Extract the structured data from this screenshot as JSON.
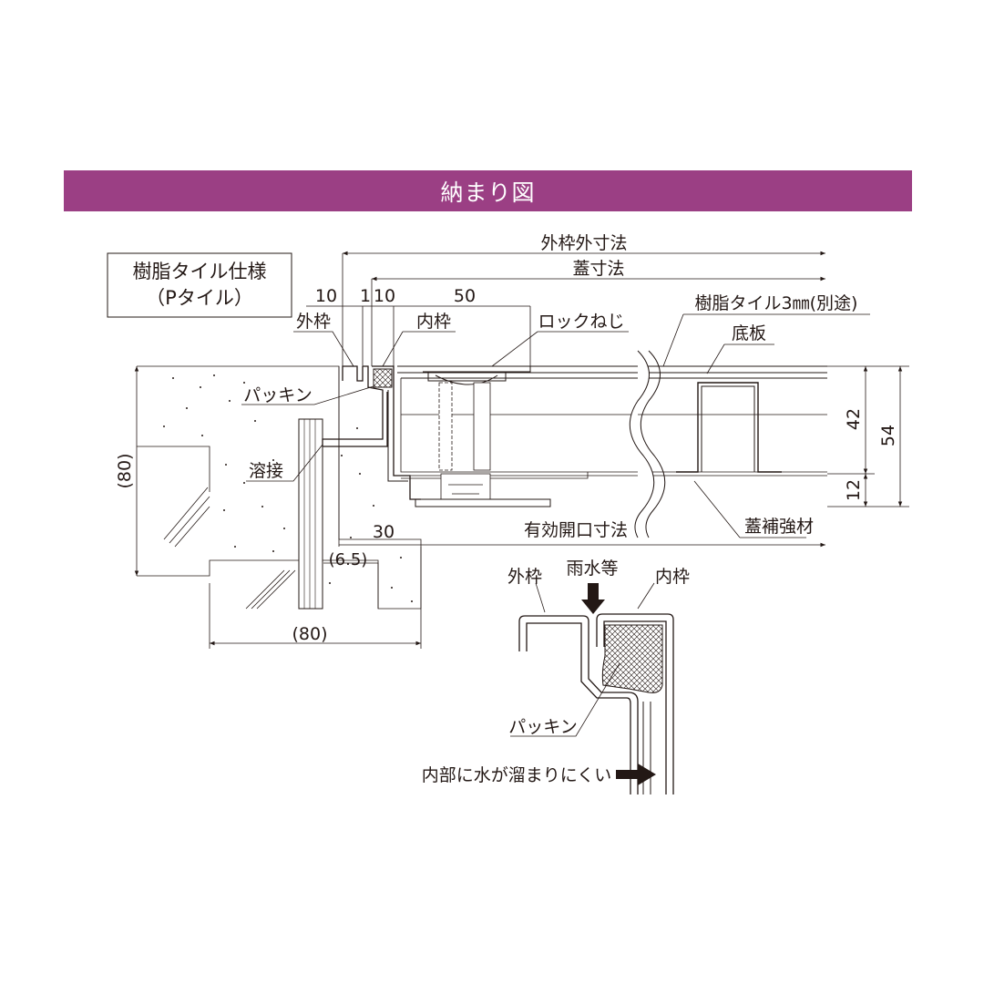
{
  "header": {
    "title": "納まり図"
  },
  "spec_box": {
    "line1": "樹脂タイル仕様",
    "line2": "（Pタイル）"
  },
  "dimensions": {
    "outer_frame_outer": "外枠外寸法",
    "lid": "蓋寸法",
    "d10a": "10",
    "d1": "1",
    "d10b": "10",
    "d50": "50",
    "d42": "42",
    "d54": "54",
    "d12": "12",
    "d80_left": "(80)",
    "d80_bottom": "(80)",
    "d30": "30",
    "d65": "(6.5)",
    "effective_opening": "有効開口寸法"
  },
  "labels": {
    "resin_tile": "樹脂タイル3㎜(別途)",
    "outer_frame": "外枠",
    "inner_frame": "内枠",
    "lock_screw": "ロックねじ",
    "bottom_plate": "底板",
    "packing": "パッキン",
    "weld": "溶接",
    "lid_reinforcement": "蓋補強材"
  },
  "detail": {
    "outer_frame": "外枠",
    "rain_water": "雨水等",
    "inner_frame": "内枠",
    "packing": "パッキン",
    "note": "内部に水が溜まりにくい"
  },
  "colors": {
    "header_bg": "#9b3f84",
    "line": "#231815"
  }
}
